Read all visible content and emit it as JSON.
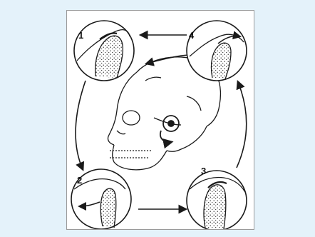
{
  "stages": [
    {
      "label": "1"
    },
    {
      "label": "2"
    },
    {
      "label": "3"
    },
    {
      "label": "4"
    }
  ],
  "colors": {
    "page_background": "#e4f2fa",
    "figure_background": "#ffffff",
    "line_art": "#1a1a1a"
  }
}
